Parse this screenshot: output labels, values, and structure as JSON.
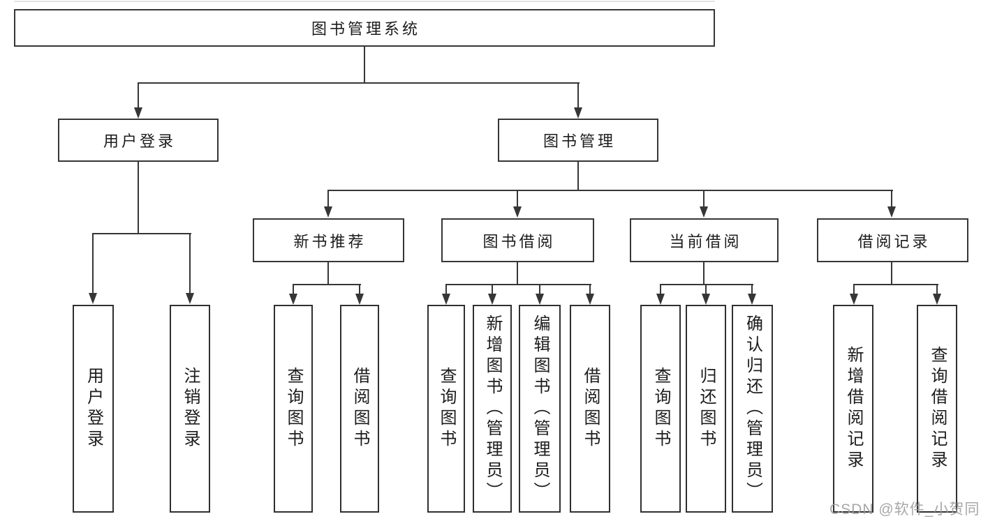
{
  "tree": {
    "root": {
      "label": "图书管理系统"
    },
    "branches": [
      {
        "label": "用户登录",
        "children": [
          {
            "label": "用户登录"
          },
          {
            "label": "注销登录"
          }
        ]
      },
      {
        "label": "图书管理",
        "children": [
          {
            "label": "新书推荐",
            "children": [
              {
                "label": "查询图书"
              },
              {
                "label": "借阅图书"
              }
            ]
          },
          {
            "label": "图书借阅",
            "children": [
              {
                "label": "查询图书"
              },
              {
                "label": "新增图书（管理员）"
              },
              {
                "label": "编辑图书（管理员）"
              },
              {
                "label": "借阅图书"
              }
            ]
          },
          {
            "label": "当前借阅",
            "children": [
              {
                "label": "查询图书"
              },
              {
                "label": "归还图书"
              },
              {
                "label": "确认归还（管理员）"
              }
            ]
          },
          {
            "label": "借阅记录",
            "children": [
              {
                "label": "新增借阅记录"
              },
              {
                "label": "查询借阅记录"
              }
            ]
          }
        ]
      }
    ]
  },
  "watermark": {
    "text": "CSDN @软件_小贺同学"
  },
  "colors": {
    "line": "#363636",
    "box_border": "#363636",
    "background": "#ffffff",
    "text": "#1c1c1c",
    "watermark": "#9b9b9b"
  }
}
